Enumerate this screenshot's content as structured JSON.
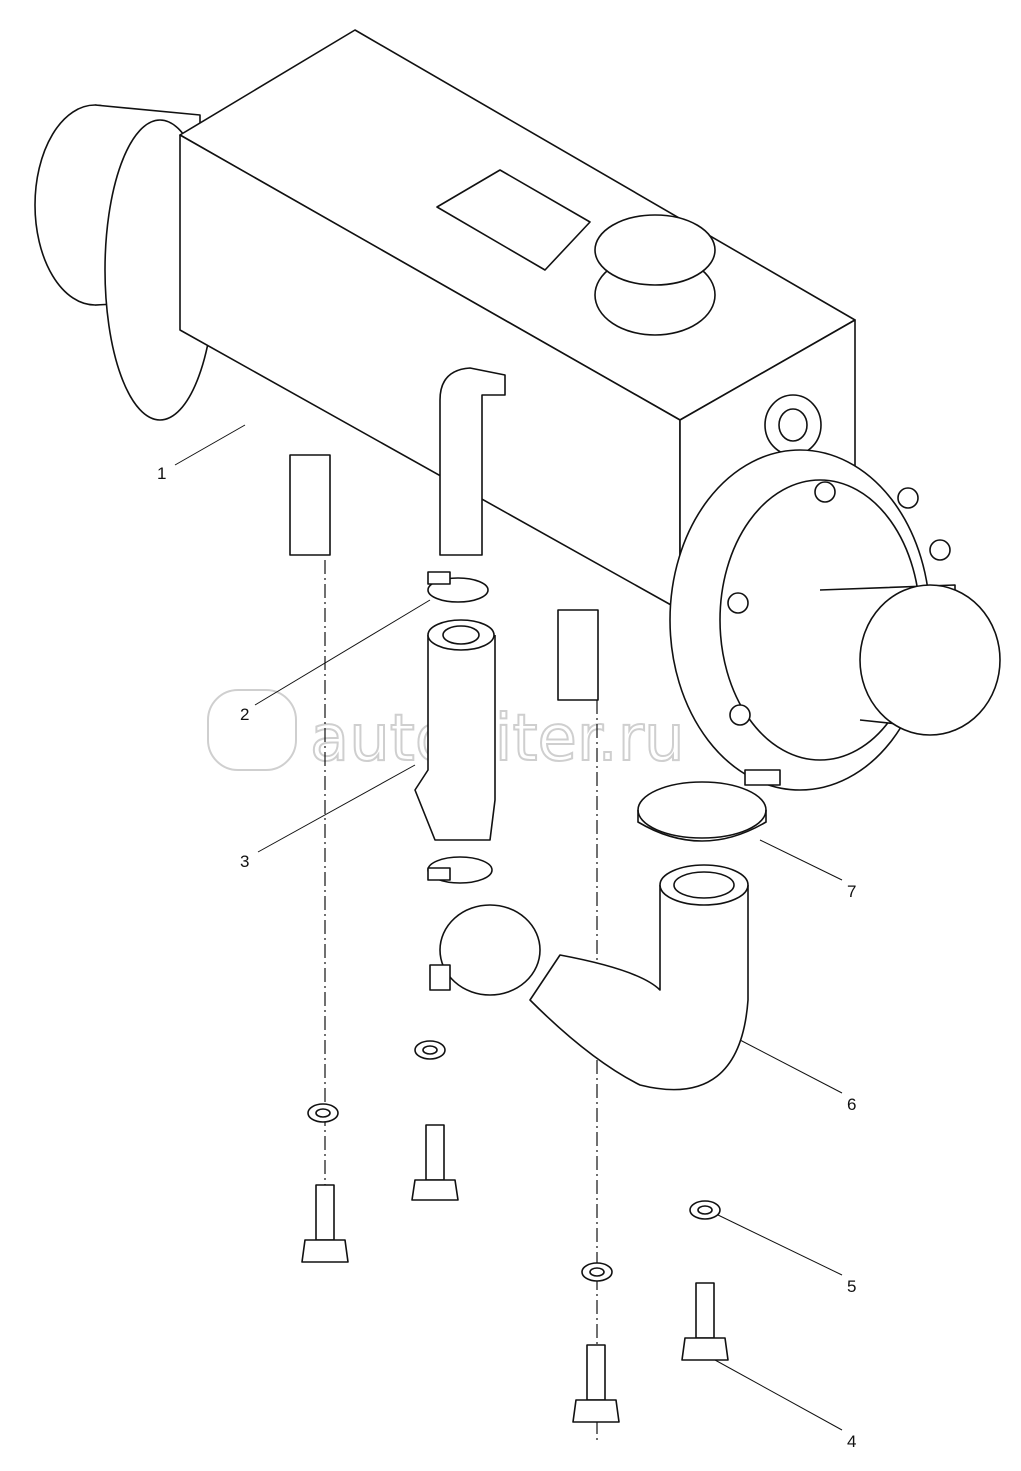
{
  "diagram": {
    "callouts": [
      {
        "number": "1",
        "part": "heater-unit"
      },
      {
        "number": "2",
        "part": "small-hose-clamp"
      },
      {
        "number": "3",
        "part": "straight-hose"
      },
      {
        "number": "4",
        "part": "bolt"
      },
      {
        "number": "5",
        "part": "washer"
      },
      {
        "number": "6",
        "part": "elbow-hose"
      },
      {
        "number": "7",
        "part": "large-hose-clamp"
      }
    ],
    "watermark": "autopiter.ru",
    "line_color": "#111111",
    "watermark_color": "#cfcfcf"
  }
}
